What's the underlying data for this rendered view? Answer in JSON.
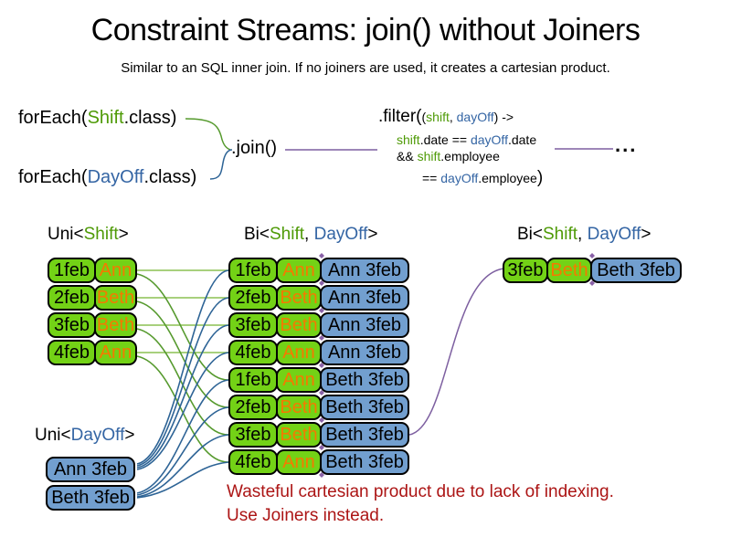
{
  "title": "Constraint Streams: join() without Joiners",
  "subtitle": "Similar to an SQL inner join. If no joiners are used, it creates a cartesian product.",
  "colors": {
    "shift_green_fill": "#73D216",
    "shift_green_text": "#4E9A06",
    "dayoff_blue_fill": "#729FCF",
    "dayoff_blue_text": "#3465A4",
    "employee_orange_text": "#F57900",
    "warning_red_text": "#AC1515",
    "connector_purple": "#7D5FA0",
    "connector_green": "#569A2E",
    "connector_green_light": "#8CC152",
    "connector_blue": "#2E6496"
  },
  "code": {
    "foreach_shift": {
      "pre": "forEach(",
      "cls": "Shift",
      "post": ".class)"
    },
    "foreach_dayoff": {
      "pre": "forEach(",
      "cls": "DayOff",
      "post": ".class)"
    },
    "join_label": ".join()",
    "filter": {
      "l1_a": ".filter(",
      "l1_b": "(",
      "l1_c": "shift",
      "l1_d": ", ",
      "l1_e": "dayOff",
      "l1_f": ") ->",
      "l2_a": "shift",
      "l2_b": ".date == ",
      "l2_c": "dayOff",
      "l2_d": ".date",
      "l3_a": "&& ",
      "l3_b": "shift",
      "l3_c": ".employee",
      "l4_a": "== ",
      "l4_b": "dayOff",
      "l4_c": ".employee",
      "l4_d": ")"
    },
    "ellipsis": "..."
  },
  "labels": {
    "uni_shift": {
      "pre": "Uni<",
      "type": "Shift",
      "post": ">"
    },
    "bi_mid": {
      "pre": "Bi<",
      "t1": "Shift",
      "sep": ", ",
      "t2": "DayOff",
      "post": ">"
    },
    "bi_right": {
      "pre": "Bi<",
      "t1": "Shift",
      "sep": ", ",
      "t2": "DayOff",
      "post": ">"
    },
    "uni_dayoff": {
      "pre": "Uni<",
      "type": "DayOff",
      "post": ">"
    }
  },
  "tables": {
    "uni_shift_rows": [
      {
        "date": "1feb",
        "employee": "Ann"
      },
      {
        "date": "2feb",
        "employee": "Beth"
      },
      {
        "date": "3feb",
        "employee": "Beth"
      },
      {
        "date": "4feb",
        "employee": "Ann"
      }
    ],
    "uni_dayoff_rows": [
      {
        "label": "Ann 3feb"
      },
      {
        "label": "Beth 3feb"
      }
    ],
    "bi_mid_rows": [
      {
        "date": "1feb",
        "employee": "Ann",
        "dayoff": "Ann 3feb"
      },
      {
        "date": "2feb",
        "employee": "Beth",
        "dayoff": "Ann 3feb"
      },
      {
        "date": "3feb",
        "employee": "Beth",
        "dayoff": "Ann 3feb"
      },
      {
        "date": "4feb",
        "employee": "Ann",
        "dayoff": "Ann 3feb"
      },
      {
        "date": "1feb",
        "employee": "Ann",
        "dayoff": "Beth 3feb"
      },
      {
        "date": "2feb",
        "employee": "Beth",
        "dayoff": "Beth 3feb"
      },
      {
        "date": "3feb",
        "employee": "Beth",
        "dayoff": "Beth 3feb"
      },
      {
        "date": "4feb",
        "employee": "Ann",
        "dayoff": "Beth 3feb"
      }
    ],
    "bi_right_rows": [
      {
        "date": "3feb",
        "employee": "Beth",
        "dayoff": "Beth 3feb"
      }
    ]
  },
  "warning": {
    "line1": "Wasteful cartesian product due to lack of indexing.",
    "line2": "Use Joiners instead."
  }
}
